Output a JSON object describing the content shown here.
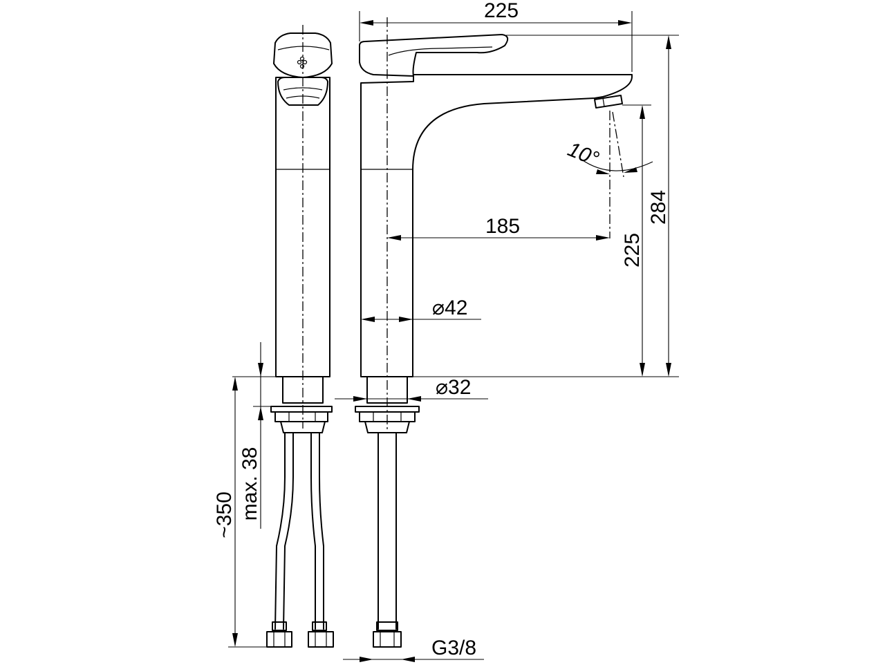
{
  "drawing": {
    "dimensions": {
      "total_width": "225",
      "spout_reach": "185",
      "total_height": "284",
      "spout_height": "225",
      "body_diameter": "⌀42",
      "base_diameter": "⌀32",
      "hose_length": "~350",
      "max_thickness": "max. 38",
      "connector_thread": "G3/8",
      "spout_angle": "10°"
    },
    "colors": {
      "line": "#000000",
      "background": "#ffffff"
    }
  }
}
